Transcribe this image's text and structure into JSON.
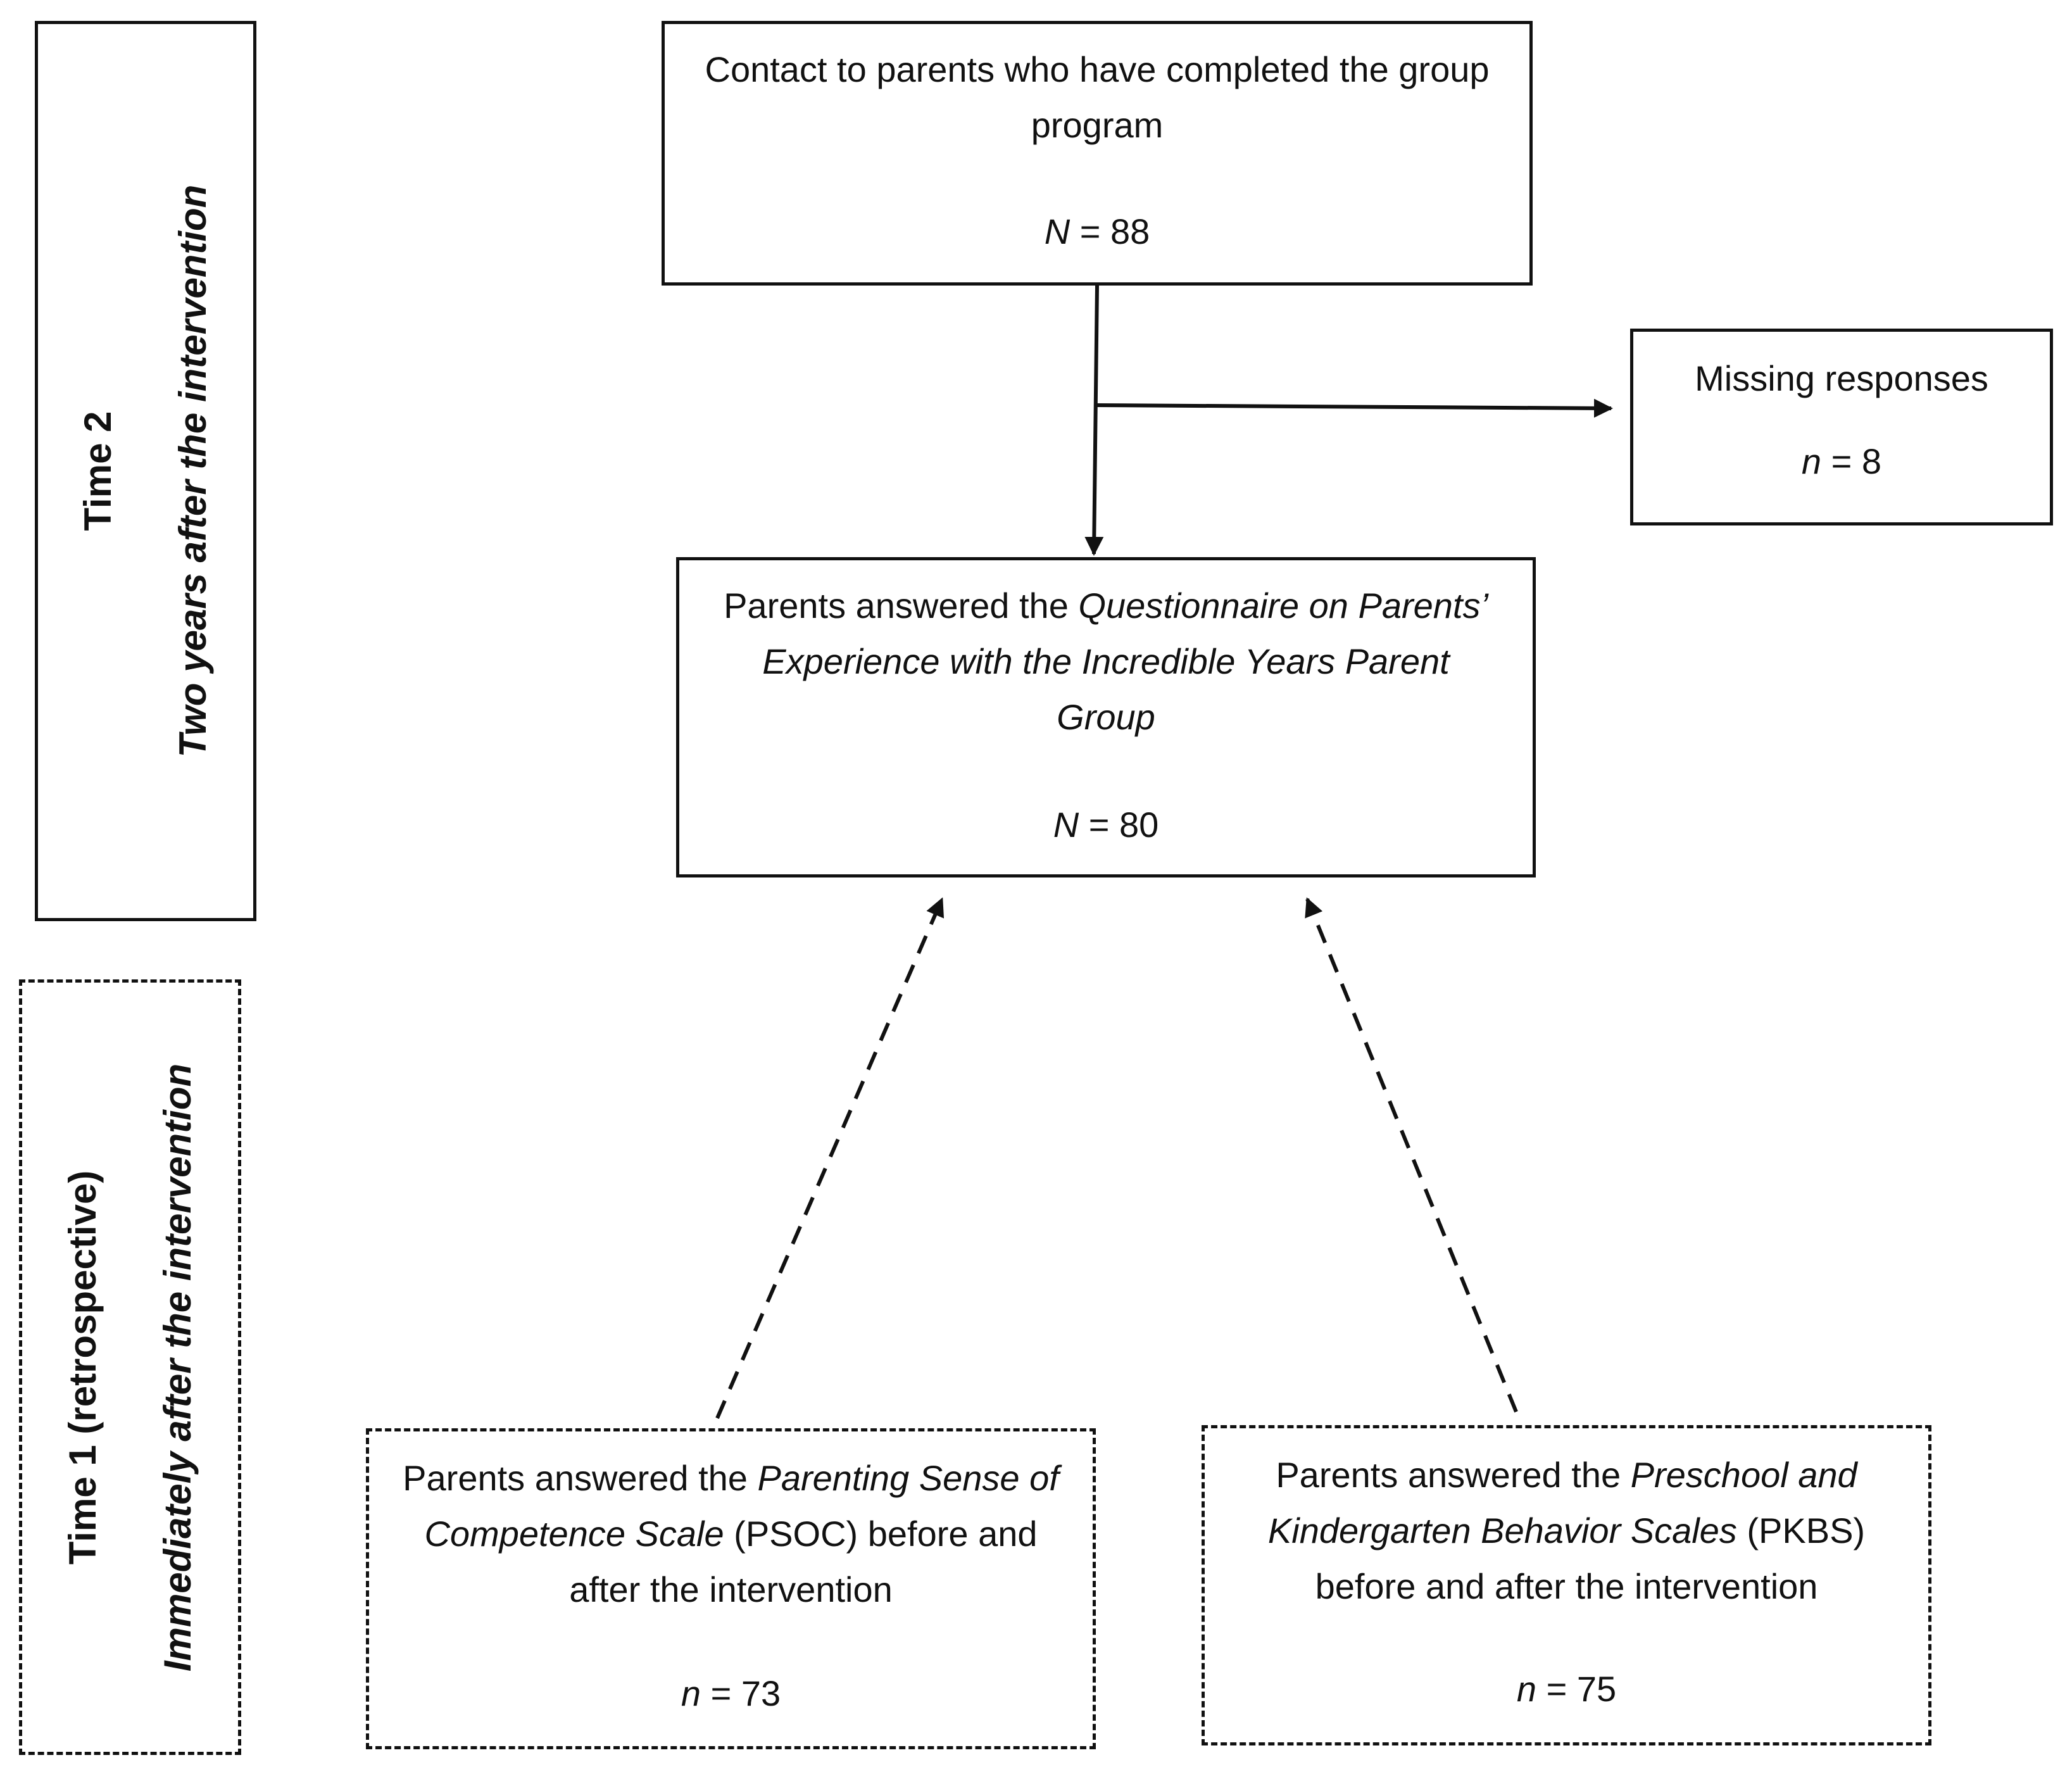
{
  "phases": {
    "time2": {
      "title": "Time 2",
      "subtitle": "Two years after the intervention"
    },
    "time1": {
      "title": "Time 1 (retrospective)",
      "subtitle": "Immediately after the intervention"
    }
  },
  "boxes": {
    "contact": {
      "text": "Contact to parents who have completed the group program",
      "n_label": "N",
      "n_value": "88"
    },
    "missing": {
      "text": "Missing responses",
      "n_label": "n",
      "n_value": "8"
    },
    "questionnaire": {
      "prefix": "Parents answered the ",
      "italic": "Questionnaire on Parents’ Experience with the Incredible Years Parent Group",
      "n_label": "N",
      "n_value": "80"
    },
    "psoc": {
      "prefix": "Parents answered the ",
      "italic": "Parenting Sense of Competence Scale",
      "suffix": " (PSOC) before and after the intervention",
      "n_label": "n",
      "n_value": "73"
    },
    "pkbs": {
      "prefix": "Parents answered the ",
      "italic": "Preschool and Kindergarten Behavior Scales",
      "suffix": " (PKBS) before and after the intervention",
      "n_label": "n",
      "n_value": "75"
    }
  }
}
